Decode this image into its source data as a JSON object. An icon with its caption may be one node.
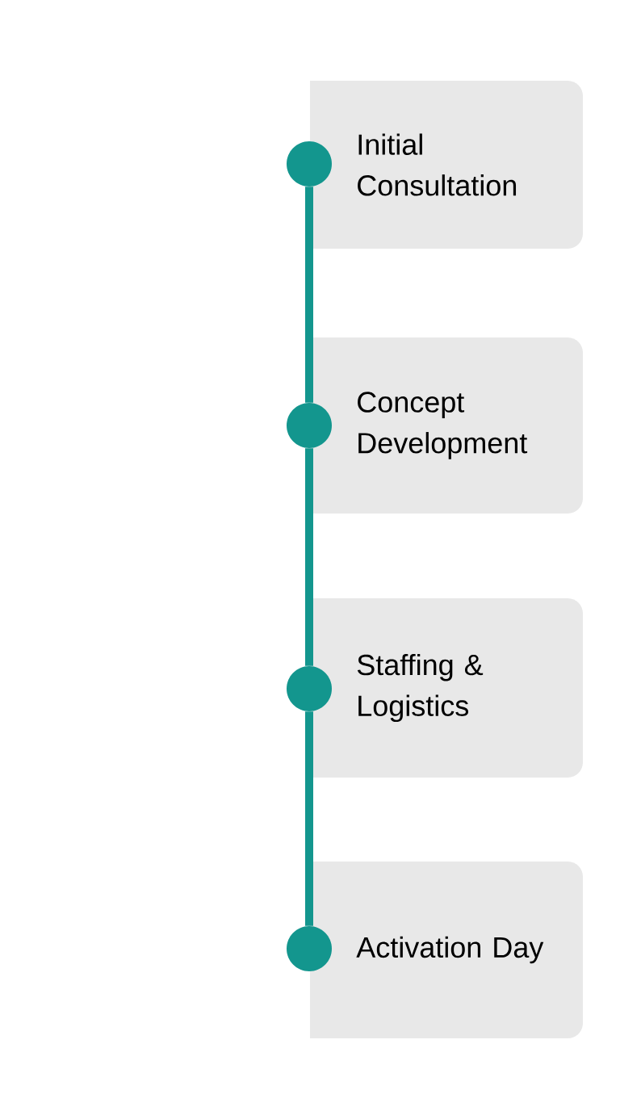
{
  "diagram": {
    "nodes": [
      {
        "text": [
          "Initial Consultation"
        ]
      },
      {
        "text": [
          "Concept Development"
        ]
      },
      {
        "text": [
          "Staffing & Logistics"
        ]
      },
      {
        "text": [
          "Activation Day"
        ]
      },
      {
        "text": [],
        "shape": "circle"
      },
      {
        "text": [],
        "shape": "circle"
      },
      {
        "text": [],
        "shape": "circle"
      },
      {
        "text": [],
        "shape": "circle"
      }
    ],
    "edges": [
      {
        "from": 4,
        "to": 5,
        "arrow": "none"
      },
      {
        "from": 5,
        "to": 6,
        "arrow": "none"
      },
      {
        "from": 6,
        "to": 7,
        "arrow": "none"
      }
    ]
  }
}
